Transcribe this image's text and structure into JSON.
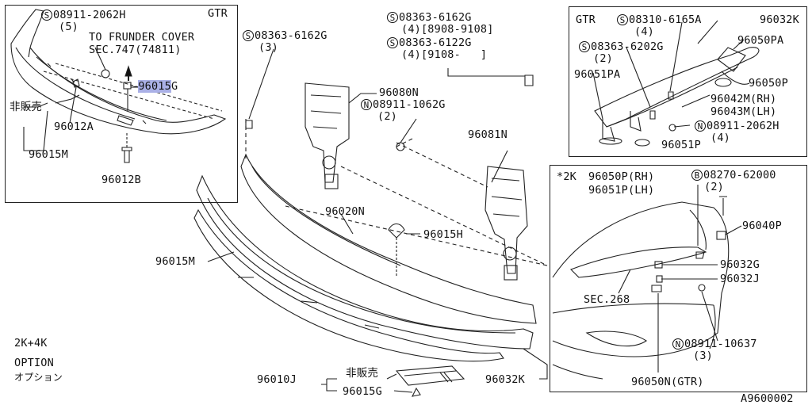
{
  "diagram_id": "A9600002",
  "boxes": {
    "left": {
      "tag": "GTR",
      "lbl_s_08911_2062h": "08911-2062H",
      "lbl_s_08911_2062h_qty": "(5)",
      "to_frunder_cover": "TO FRUNDER COVER",
      "sec_747": "SEC.747(74811)",
      "lbl_96015g": "96015",
      "lbl_96015g_suffix": "G",
      "not_sold": "非販売",
      "lbl_96012a": "96012A",
      "lbl_96015m": "96015M",
      "lbl_96012b": "96012B"
    },
    "top_right": {
      "tag": "GTR",
      "lbl_s_08310_6165a": "08310-6165A",
      "lbl_s_08310_6165a_qty": "(4)",
      "lbl_96032k": "96032K",
      "lbl_96050pa": "96050PA",
      "lbl_s_08363_6202g": "08363-6202G",
      "lbl_s_08363_6202g_qty": "(2)",
      "lbl_96051pa": "96051PA",
      "lbl_96050p": "96050P",
      "lbl_96042m": "96042M(RH)",
      "lbl_96043m": "96043M(LH)",
      "lbl_n_08911_2062h": "08911-2062H",
      "lbl_n_08911_2062h_qty": "(4)",
      "lbl_96051p": "96051P"
    },
    "bottom_right": {
      "tag": "*2K",
      "lbl_96050p_rh": "96050P(RH)",
      "lbl_96051p_lh": "96051P(LH)",
      "lbl_b_08270": "08270-62000",
      "lbl_b_08270_qty": "(2)",
      "lbl_96040p": "96040P",
      "lbl_96032g": "96032G",
      "lbl_96032j": "96032J",
      "sec_268": "SEC.268",
      "lbl_n_08911_10637": "08911-10637",
      "lbl_n_08911_10637_qty": "(3)",
      "lbl_96050n": "96050N(GTR)"
    }
  },
  "main": {
    "lbl_s_08363_6162g_a": "08363-6162G",
    "lbl_s_08363_6162g_a_qty": "(3)",
    "lbl_s_08363_6162g_b": "08363-6162G",
    "lbl_s_08363_6162g_b_qty": "(4)[8908-9108]",
    "lbl_s_08363_6122g": "08363-6122G",
    "lbl_s_08363_6122g_qty": "(4)[9108-   ]",
    "lbl_96080n": "96080N",
    "lbl_n_08911_1062g": "08911-1062G",
    "lbl_n_08911_1062g_qty": "(2)",
    "lbl_96081n": "96081N",
    "lbl_96020n": "96020N",
    "lbl_96015h": "96015H",
    "lbl_96015m": "96015M",
    "lbl_96032k": "96032K",
    "lbl_96010j": "96010J",
    "lbl_not_sold": "非販売",
    "lbl_96015g": "96015G"
  },
  "notes": {
    "line1": "2K+4K",
    "line2": "OPTION",
    "line3": "オプション"
  },
  "symbols": {
    "s": "S",
    "n": "N",
    "b": "B"
  }
}
